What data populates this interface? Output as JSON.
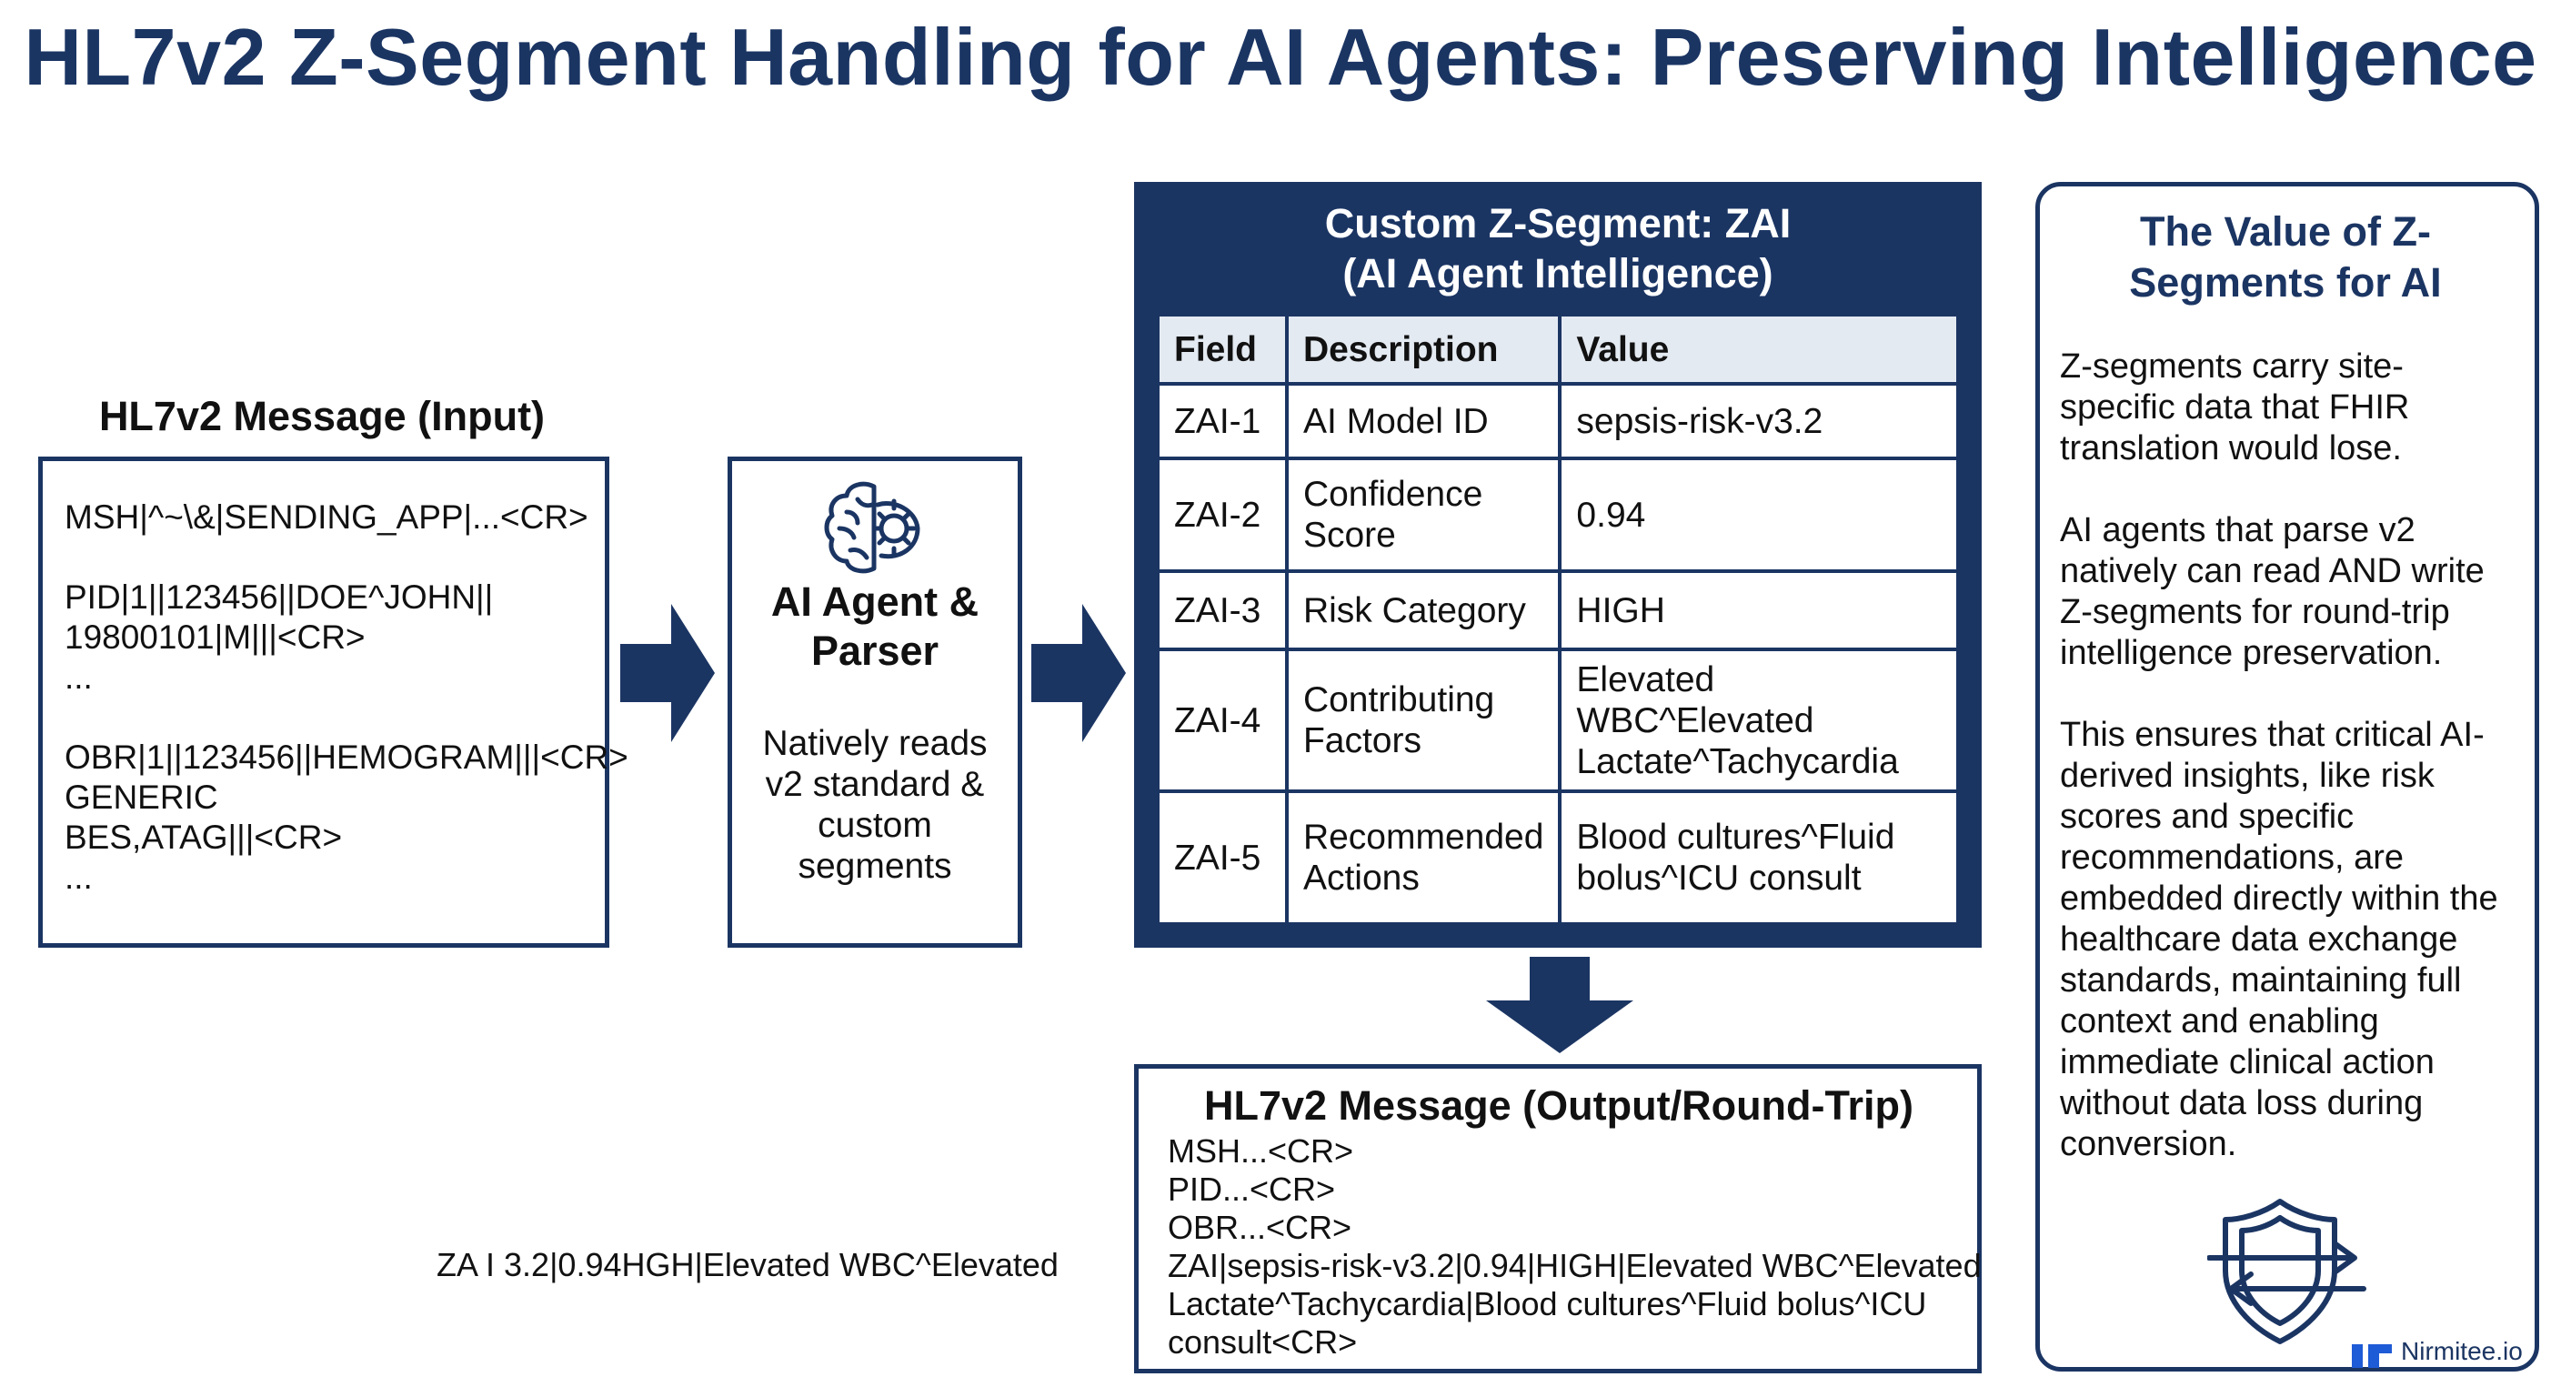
{
  "title": "HL7v2 Z-Segment Handling for AI Agents: Preserving Intelligence",
  "input": {
    "heading": "HL7v2 Message (Input)",
    "lines": [
      "MSH|^~\\&|SENDING_APP|...<CR>",
      "",
      "PID|1||123456||DOE^JOHN||",
      "19800101|M|||<CR>",
      "...",
      "",
      "OBR|1||123456||HEMOGRAM|||<CR>",
      "GENERIC",
      "BES,ATAG|||<CR>",
      "..."
    ]
  },
  "agent": {
    "title_line1": "AI Agent &",
    "title_line2": "Parser",
    "sub_lines": [
      "Natively reads",
      "v2 standard &",
      "custom",
      "segments"
    ],
    "icon": "brain-gear-icon"
  },
  "zai": {
    "title_line1": "Custom Z-Segment: ZAI",
    "title_line2": "(AI Agent Intelligence)",
    "headers": [
      "Field",
      "Description",
      "Value"
    ],
    "rows": [
      {
        "field": "ZAI-1",
        "desc1": "AI Model ID",
        "desc2": "",
        "val1": "sepsis-risk-v3.2",
        "val2": ""
      },
      {
        "field": "ZAI-2",
        "desc1": "Confidence",
        "desc2": "Score",
        "val1": "0.94",
        "val2": ""
      },
      {
        "field": "ZAI-3",
        "desc1": "Risk Category",
        "desc2": "",
        "val1": "HIGH",
        "val2": ""
      },
      {
        "field": "ZAI-4",
        "desc1": "Contributing",
        "desc2": "Factors",
        "val1": "Elevated WBC^Elevated",
        "val2": "Lactate^Tachycardia"
      },
      {
        "field": "ZAI-5",
        "desc1": "Recommended",
        "desc2": "Actions",
        "val1": "Blood cultures^Fluid",
        "val2": "bolus^ICU consult"
      }
    ]
  },
  "output": {
    "heading": "HL7v2 Message (Output/Round-Trip)",
    "lines": [
      "MSH...<CR>",
      "PID...<CR>",
      "OBR...<CR>",
      "ZAI|sepsis-risk-v3.2|0.94|HIGH|Elevated WBC^Elevated",
      "Lactate^Tachycardia|Blood cultures^Fluid bolus^ICU",
      "consult<CR>"
    ]
  },
  "value": {
    "title_line1": "The Value of Z-",
    "title_line2": "Segments for AI",
    "p1": [
      "Z-segments carry site-",
      "specific data that FHIR",
      "translation would lose."
    ],
    "p2": [
      "AI agents that parse v2",
      "natively can read AND write",
      "Z-segments for round-trip",
      "intelligence preservation."
    ],
    "p3": [
      "This ensures that critical AI-",
      "derived insights, like risk",
      "scores and specific",
      "recommendations, are",
      "embedded directly within the",
      "healthcare data exchange",
      "standards, maintaining full",
      "context and enabling",
      "immediate clinical action",
      "without data loss during",
      "conversion."
    ],
    "icon": "shield-exchange-icon"
  },
  "footnote": "ZA I 3.2|0.94HGH|Elevated WBC^Elevated",
  "brand": "Nirmitee.io",
  "colors": {
    "navy": "#1b3563",
    "header_fill": "#e4eaf2"
  }
}
